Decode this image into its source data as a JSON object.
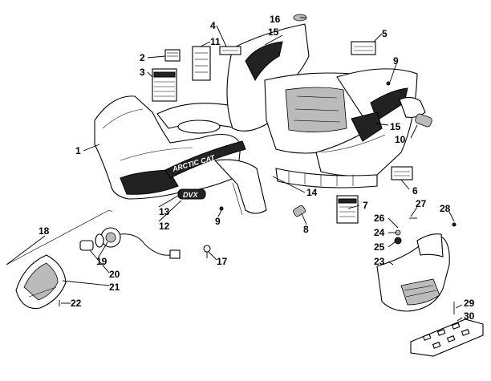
{
  "diagram": {
    "callouts": [
      "1",
      "2",
      "3",
      "4",
      "5",
      "6",
      "7",
      "8",
      "9",
      "9",
      "10",
      "11",
      "12",
      "13",
      "14",
      "15",
      "15",
      "16",
      "17",
      "18",
      "19",
      "20",
      "21",
      "22",
      "23",
      "24",
      "25",
      "26",
      "27",
      "28",
      "29",
      "30"
    ],
    "decals": {
      "brand": "ARCTIC CAT",
      "model": "DVX"
    }
  }
}
